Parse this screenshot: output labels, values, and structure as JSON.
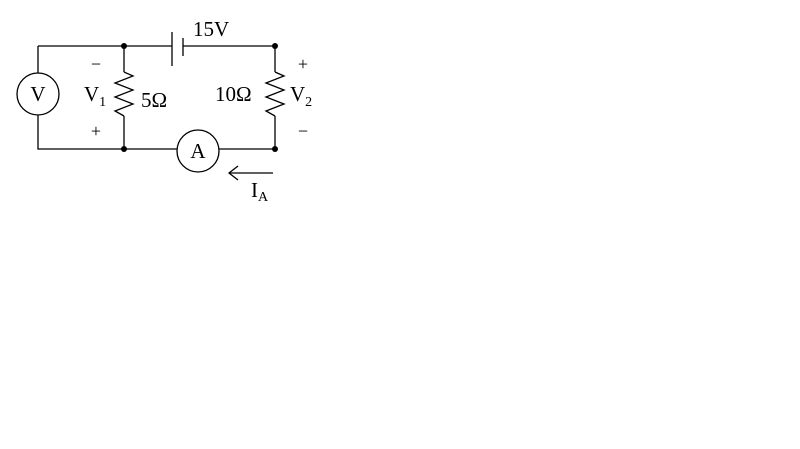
{
  "source": {
    "label": "15V"
  },
  "resistors": {
    "r1": {
      "label": "5Ω"
    },
    "r2": {
      "label": "10Ω"
    }
  },
  "voltages": {
    "v1": {
      "main": "V",
      "sub": "1",
      "top_sign": "−",
      "bottom_sign": "+"
    },
    "v2": {
      "main": "V",
      "sub": "2",
      "top_sign": "+",
      "bottom_sign": "−"
    }
  },
  "meters": {
    "voltmeter": {
      "label": "V"
    },
    "ammeter": {
      "label": "A"
    }
  },
  "current": {
    "main": "I",
    "sub": "A"
  }
}
